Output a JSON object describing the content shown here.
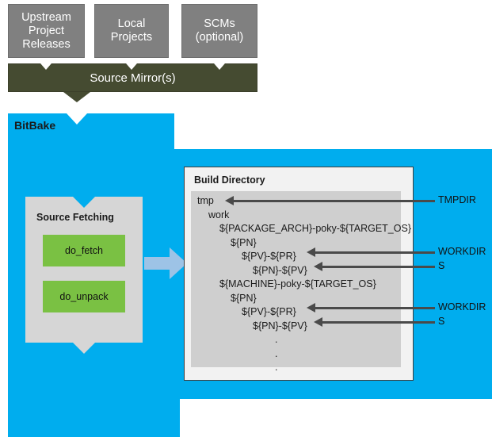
{
  "diagram": {
    "title": "BitBake Source Fetching and Build Directory Layout",
    "colors": {
      "bitbake_blue": "#00adee",
      "source_box_gray": "#808080",
      "source_mirror_olive": "#454b31",
      "fetch_group_gray": "#d6d6d6",
      "task_green": "#7ac143",
      "build_dir_panel": "#f2f2f2",
      "build_dir_inner": "#cfcfcf",
      "big_arrow_blue": "#9dc3e6",
      "connector_dark": "#4a4a4a"
    }
  },
  "sources": [
    {
      "id": "upstream",
      "label": "Upstream\nProject\nReleases"
    },
    {
      "id": "local",
      "label": "Local\nProjects"
    },
    {
      "id": "scms",
      "label": "SCMs\n(optional)"
    }
  ],
  "source_mirror": {
    "label": "Source Mirror(s)"
  },
  "bitbake": {
    "label": "BitBake",
    "source_fetching": {
      "title": "Source Fetching",
      "tasks": [
        {
          "id": "do_fetch",
          "label": "do_fetch"
        },
        {
          "id": "do_unpack",
          "label": "do_unpack"
        }
      ]
    }
  },
  "build_directory": {
    "title": "Build Directory",
    "tree": [
      {
        "id": "tmp",
        "indent": 0,
        "text": "tmp"
      },
      {
        "id": "work",
        "indent": 1,
        "text": "work"
      },
      {
        "id": "package-arch",
        "indent": 2,
        "text": "${PACKAGE_ARCH}-poky-${TARGET_OS}"
      },
      {
        "id": "pn-1",
        "indent": 3,
        "text": "${PN}"
      },
      {
        "id": "pv-pr-1",
        "indent": 4,
        "text": "${PV}-${PR}"
      },
      {
        "id": "pn-pv-1",
        "indent": 5,
        "text": "${PN}-${PV}"
      },
      {
        "id": "machine",
        "indent": 2,
        "text": "${MACHINE}-poky-${TARGET_OS}"
      },
      {
        "id": "pn-2",
        "indent": 3,
        "text": "${PN}"
      },
      {
        "id": "pv-pr-2",
        "indent": 4,
        "text": "${PV}-${PR}"
      },
      {
        "id": "pn-pv-2",
        "indent": 5,
        "text": "${PN}-${PV}"
      },
      {
        "id": "ellipsis-1",
        "indent": 7,
        "text": "."
      },
      {
        "id": "ellipsis-2",
        "indent": 7,
        "text": "."
      },
      {
        "id": "ellipsis-3",
        "indent": 7,
        "text": "."
      }
    ]
  },
  "variable_labels": [
    {
      "id": "tmpdir",
      "label": "TMPDIR",
      "target": "tmp"
    },
    {
      "id": "workdir-1",
      "label": "WORKDIR",
      "target": "${PV}-${PR}"
    },
    {
      "id": "s-1",
      "label": "S",
      "target": "${PN}-${PV}"
    },
    {
      "id": "workdir-2",
      "label": "WORKDIR",
      "target": "${PV}-${PR}"
    },
    {
      "id": "s-2",
      "label": "S",
      "target": "${PN}-${PV}"
    }
  ]
}
